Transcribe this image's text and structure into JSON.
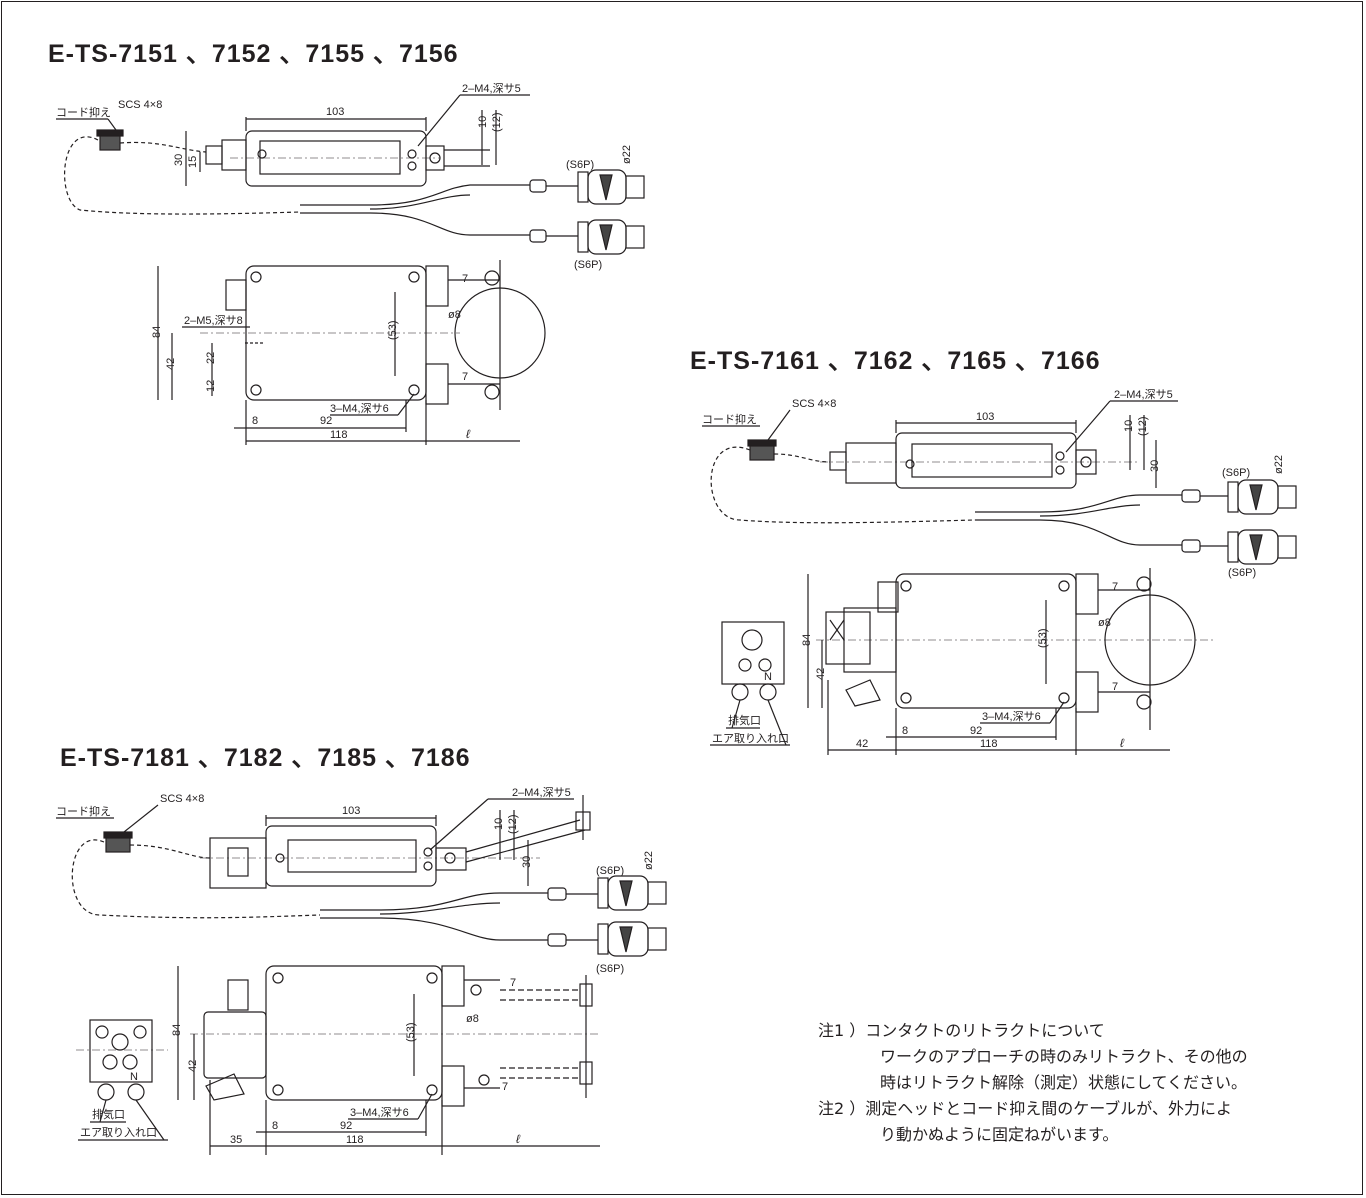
{
  "sections": [
    {
      "title": "E-TS-7151 、7152 、7155 、7156"
    },
    {
      "title": "E-TS-7161 、7162 、7165 、7166"
    },
    {
      "title": "E-TS-7181 、7182 、7185 、7186"
    }
  ],
  "labels": {
    "cord_clamp": "コード抑え",
    "screw": "SCS 4×8",
    "tap_top": "2–M4,深サ5",
    "tap_side": "2–M5,深サ8",
    "tap_bottom": "3–M4,深サ6",
    "connector": "(S6P)",
    "diam22": "ø22",
    "diam8": "ø8",
    "exhaust": "排気口",
    "air_inlet": "エア取り入れ口",
    "N": "N"
  },
  "dims": {
    "d103": "103",
    "d10": "10",
    "d12": "(12)",
    "d30": "30",
    "d15": "15",
    "d84": "84",
    "d42": "42",
    "d22": "22",
    "d12b": "12",
    "d53": "(53)",
    "d7": "7",
    "d8": "8",
    "d92": "92",
    "d118": "118",
    "dl": "ℓ",
    "d35": "35"
  },
  "notes": {
    "n1_head": "注1 ）コンタクトのリトラクトについて",
    "n1_l1": "ワークのアプローチの時のみリトラクト、その他の",
    "n1_l2": "時はリトラクト解除（測定）状態にしてください。",
    "n2_head": "注2 ）測定ヘッドとコード抑え間のケーブルが、外力によ",
    "n2_l1": "り動かぬように固定ねがいます。"
  }
}
